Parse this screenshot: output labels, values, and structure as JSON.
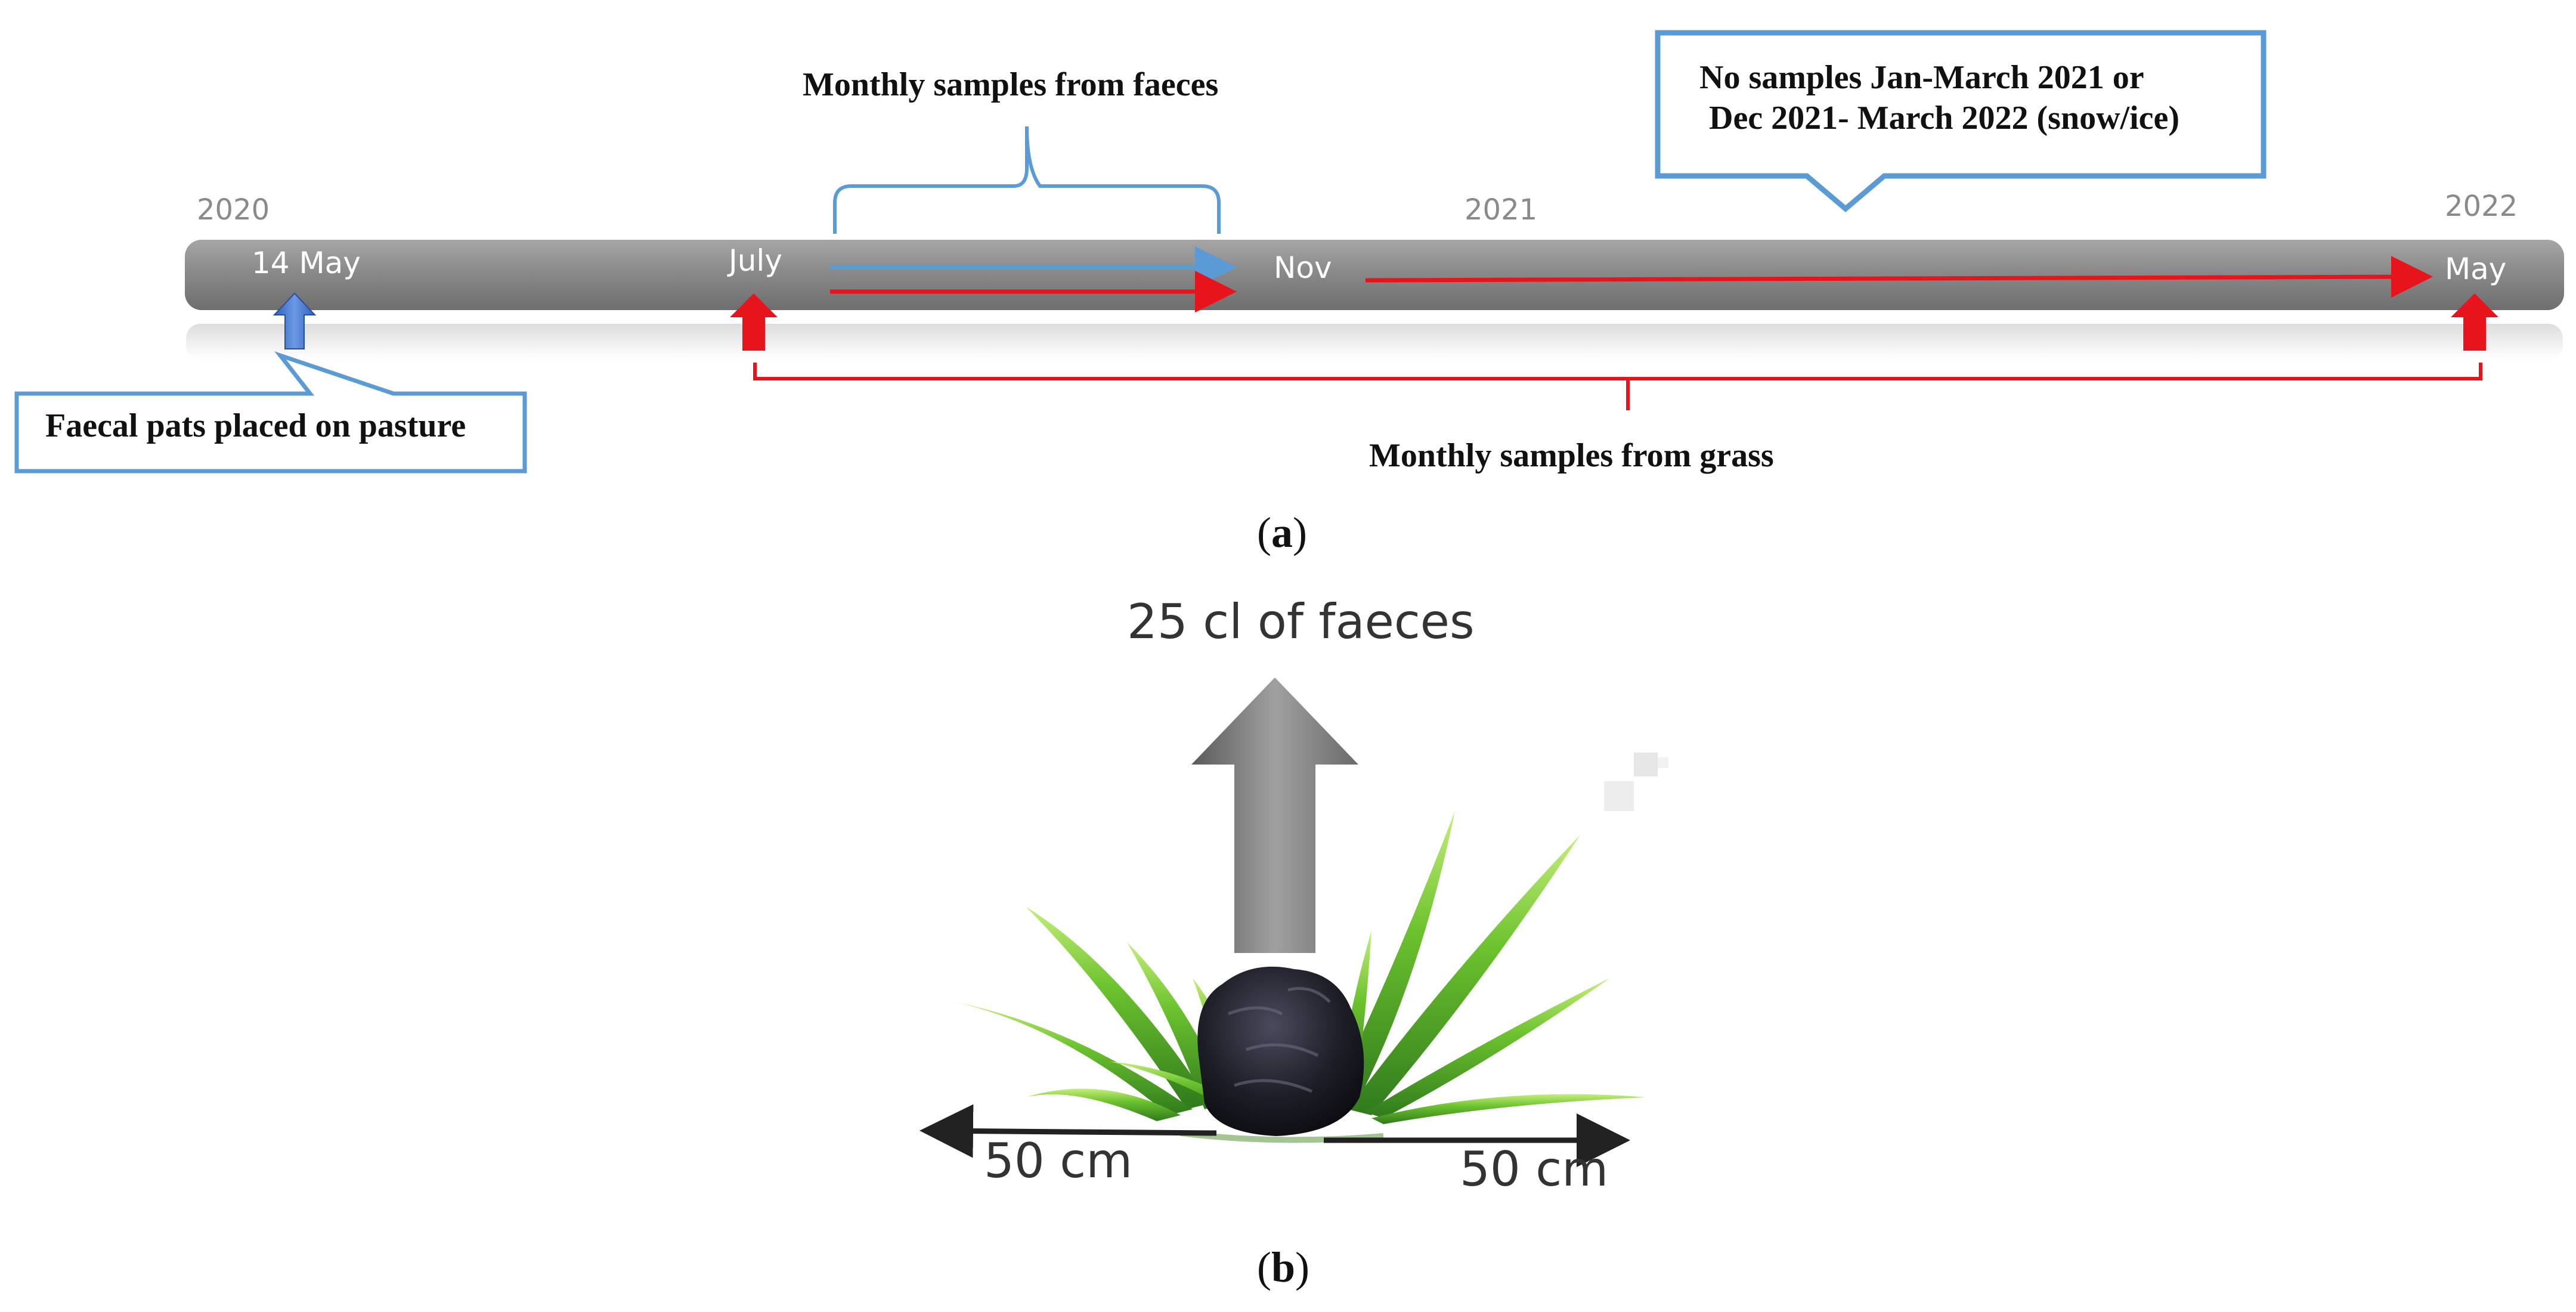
{
  "panel_a": {
    "years": {
      "start": "2020",
      "mid": "2021",
      "end": "2022"
    },
    "timeline_labels": {
      "start": "14 May",
      "july": "July",
      "nov": "Nov",
      "end": "May"
    },
    "faeces_label": "Monthly samples from faeces",
    "grass_label": "Monthly samples from grass",
    "callout_faecal": "Faecal pats placed on pasture",
    "callout_no_samples": [
      "No samples Jan-March 2021 or",
      "Dec 2021- March 2022 (snow/ice)"
    ],
    "label_open": "(",
    "label_letter": "a",
    "label_close": ")"
  },
  "panel_b": {
    "title": "25 cl of faeces",
    "dist_left": "50 cm",
    "dist_right": "50 cm",
    "label_open": "(",
    "label_letter": "b",
    "label_close": ")"
  },
  "colors": {
    "faeces_blue": "#4a7fd6",
    "grass_red": "#e8141c",
    "callout_border": "#5b9bd5",
    "timeline_bar": "#8c8c8c"
  }
}
